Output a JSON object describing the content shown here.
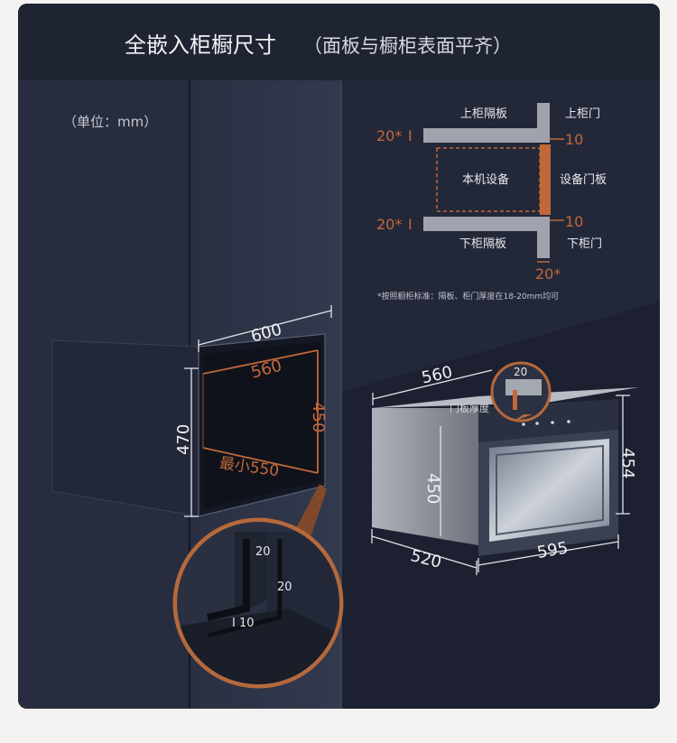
{
  "title": "全嵌入柜橱尺寸",
  "subtitle": "（面板与橱柜表面平齐）",
  "unit_note": "（单位：mm）",
  "cabinet": {
    "opening_width_outer": "600",
    "opening_width_inner": "560",
    "opening_depth": "450",
    "opening_height": "470",
    "min_depth": "最小550"
  },
  "detail_zoom": {
    "gap_top": "20",
    "gap_side": "20",
    "gap_bottom": "10"
  },
  "side_section": {
    "upper_shelf": "上柜隔板",
    "upper_door": "上柜门",
    "device": "本机设备",
    "device_door": "设备门板",
    "lower_shelf": "下柜隔板",
    "lower_door": "下柜门",
    "gap_top_left": "20*",
    "gap_bottom_left": "20*",
    "upper_door_gap": "10",
    "lower_door_gap": "10",
    "door_thickness": "20*",
    "footnote": "*按照橱柜标准：隔板、柜门厚度在18-20mm均可"
  },
  "appliance": {
    "top_width": "560",
    "door_detail_value": "20",
    "door_detail_label": "门板厚度",
    "height_inner": "450",
    "height_outer": "454",
    "depth": "520",
    "front_width": "595"
  },
  "colors": {
    "accent": "#c0683a",
    "background": "#1d2230",
    "text": "#e9e9ec"
  }
}
